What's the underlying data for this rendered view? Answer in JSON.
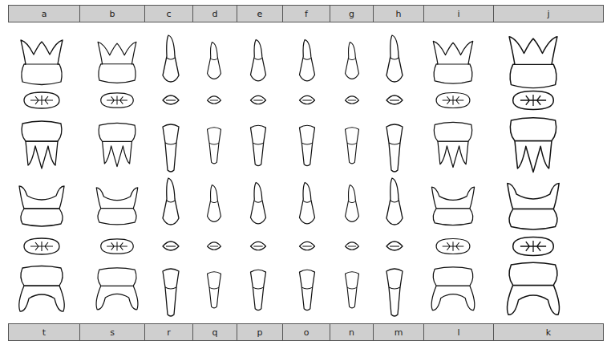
{
  "diagram": {
    "labels": [
      "a",
      "b",
      "c",
      "d",
      "e",
      "f",
      "g",
      "h",
      "i",
      "j",
      "t",
      "s",
      "r",
      "q",
      "p",
      "o",
      "n",
      "m",
      "l",
      "k"
    ]
  }
}
